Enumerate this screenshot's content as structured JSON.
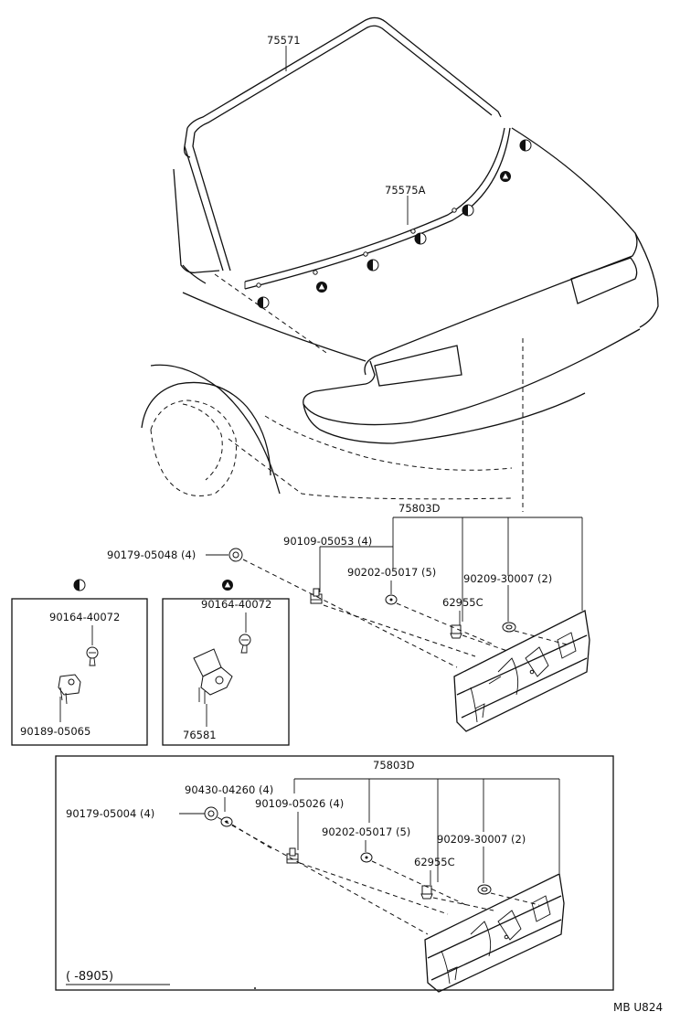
{
  "diagram": {
    "parts": {
      "glass_molding": "75571",
      "glass_molding_lower": "75575A",
      "garnish_assy": "75803D",
      "screw_upper": "90109-05053 (4)",
      "nut_upper": "90179-05048 (4)",
      "washer_upper": "90202-05017 (5)",
      "washer2_upper": "90209-30007 (2)",
      "clip_upper": "62955C",
      "garnish_assy_lower": "75803D",
      "washer_bracket_lower": "90430-04260 (4)",
      "screw_lower": "90109-05026 (4)",
      "nut_lower": "90179-05004 (4)",
      "washer_lower": "90202-05017 (5)",
      "washer2_lower": "90209-30007 (2)",
      "clip_lower": "62955C"
    },
    "detail_circle": {
      "screw": "90164-40072",
      "clip": "90189-05065"
    },
    "detail_triangle": {
      "screw": "90164-40072",
      "clip": "76581"
    },
    "date_range": "(      -8905)",
    "diagram_code": "MB U824"
  }
}
